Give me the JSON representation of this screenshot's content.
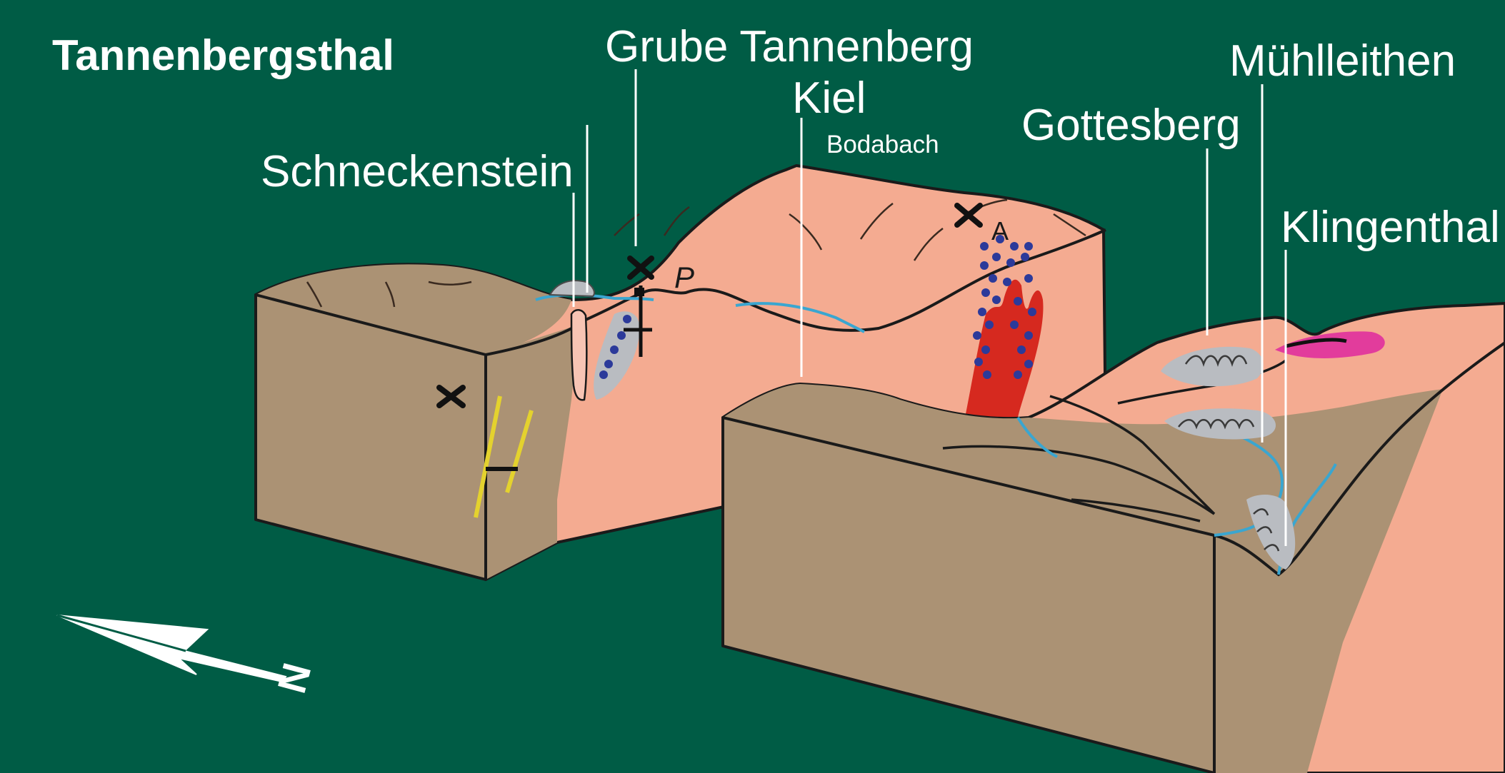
{
  "title": "Tannenbergsthal",
  "places": {
    "schneckenstein": "Schneckenstein",
    "grube_tannenberg": "Grube Tannenberg",
    "kiel": "Kiel",
    "bodabach": "Bodabach",
    "gottesberg": "Gottesberg",
    "muehlleithen": "Mühlleithen",
    "klingenthal": "Klingenthal"
  },
  "map_letters": {
    "p": "P",
    "a": "A"
  },
  "north_arrow": {
    "label": "N"
  },
  "colors": {
    "background": "#005c45",
    "block_side": "#ab9274",
    "block_top": "#f4ab91",
    "stream": "#3aa6d0",
    "granite_red": "#d6291f",
    "magenta_body": "#e23c9c",
    "gravel_grey": "#b9bcc1",
    "dots": "#2c3a9a",
    "dike_yellow": "#e4d22e"
  },
  "icons": [
    "mine-symbol",
    "crossed-hammers-icon",
    "north-arrow-icon"
  ]
}
